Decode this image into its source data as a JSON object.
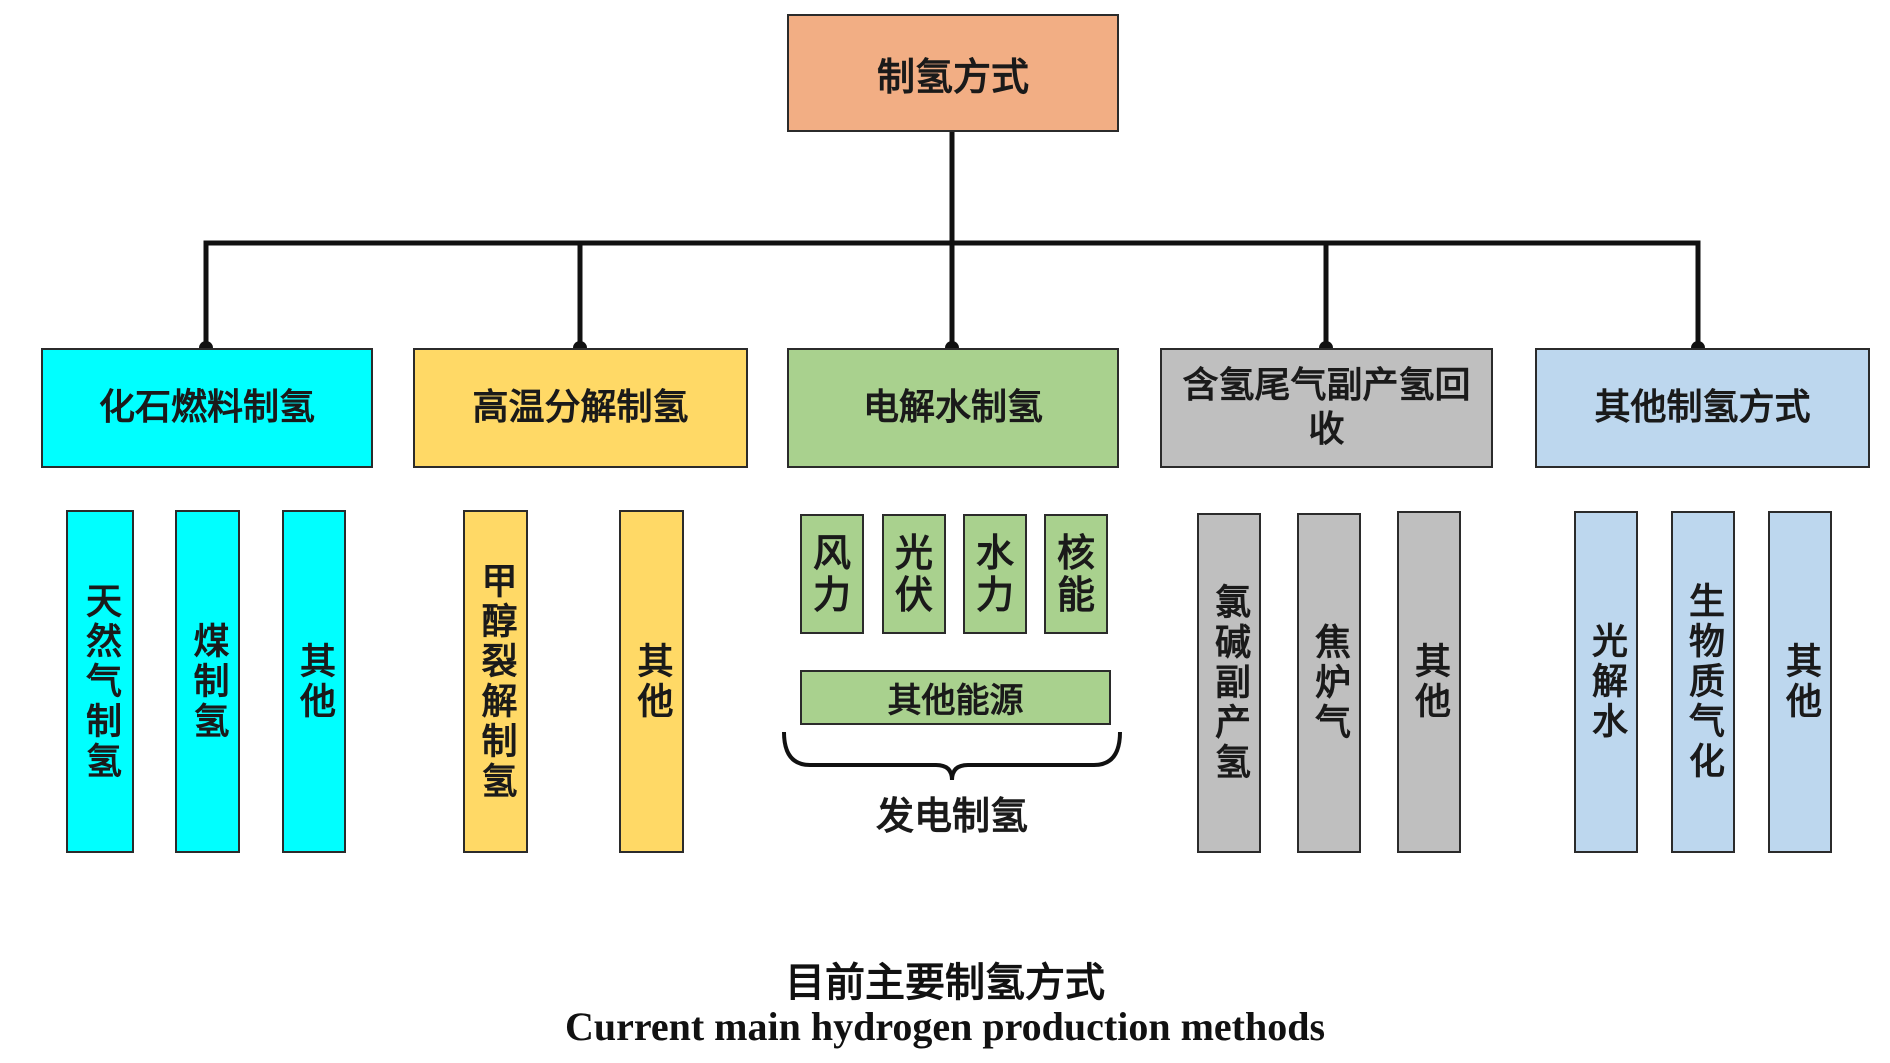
{
  "root": "制氢方式",
  "categories": [
    {
      "label": "化石燃料制氢",
      "color": "#00ffff",
      "items": [
        "天然气制氢",
        "煤制氢",
        "其他"
      ]
    },
    {
      "label": "高温分解制氢",
      "color": "#ffd966",
      "items": [
        "甲醇裂解制氢",
        "其他"
      ]
    },
    {
      "label": "电解水制氢",
      "color": "#a9d18e",
      "items": [
        "风力",
        "光伏",
        "水力",
        "核能"
      ],
      "extra": "其他能源",
      "group_label": "发电制氢"
    },
    {
      "label": "含氢尾气副产氢回收",
      "color": "#bfbfbf",
      "items": [
        "氯碱副产氢",
        "焦炉气",
        "其他"
      ]
    },
    {
      "label": "其他制氢方式",
      "color": "#bdd7ee",
      "items": [
        "光解水",
        "生物质气化",
        "其他"
      ]
    }
  ],
  "caption": {
    "zh": "目前主要制氢方式",
    "en": "Current main hydrogen production methods"
  }
}
